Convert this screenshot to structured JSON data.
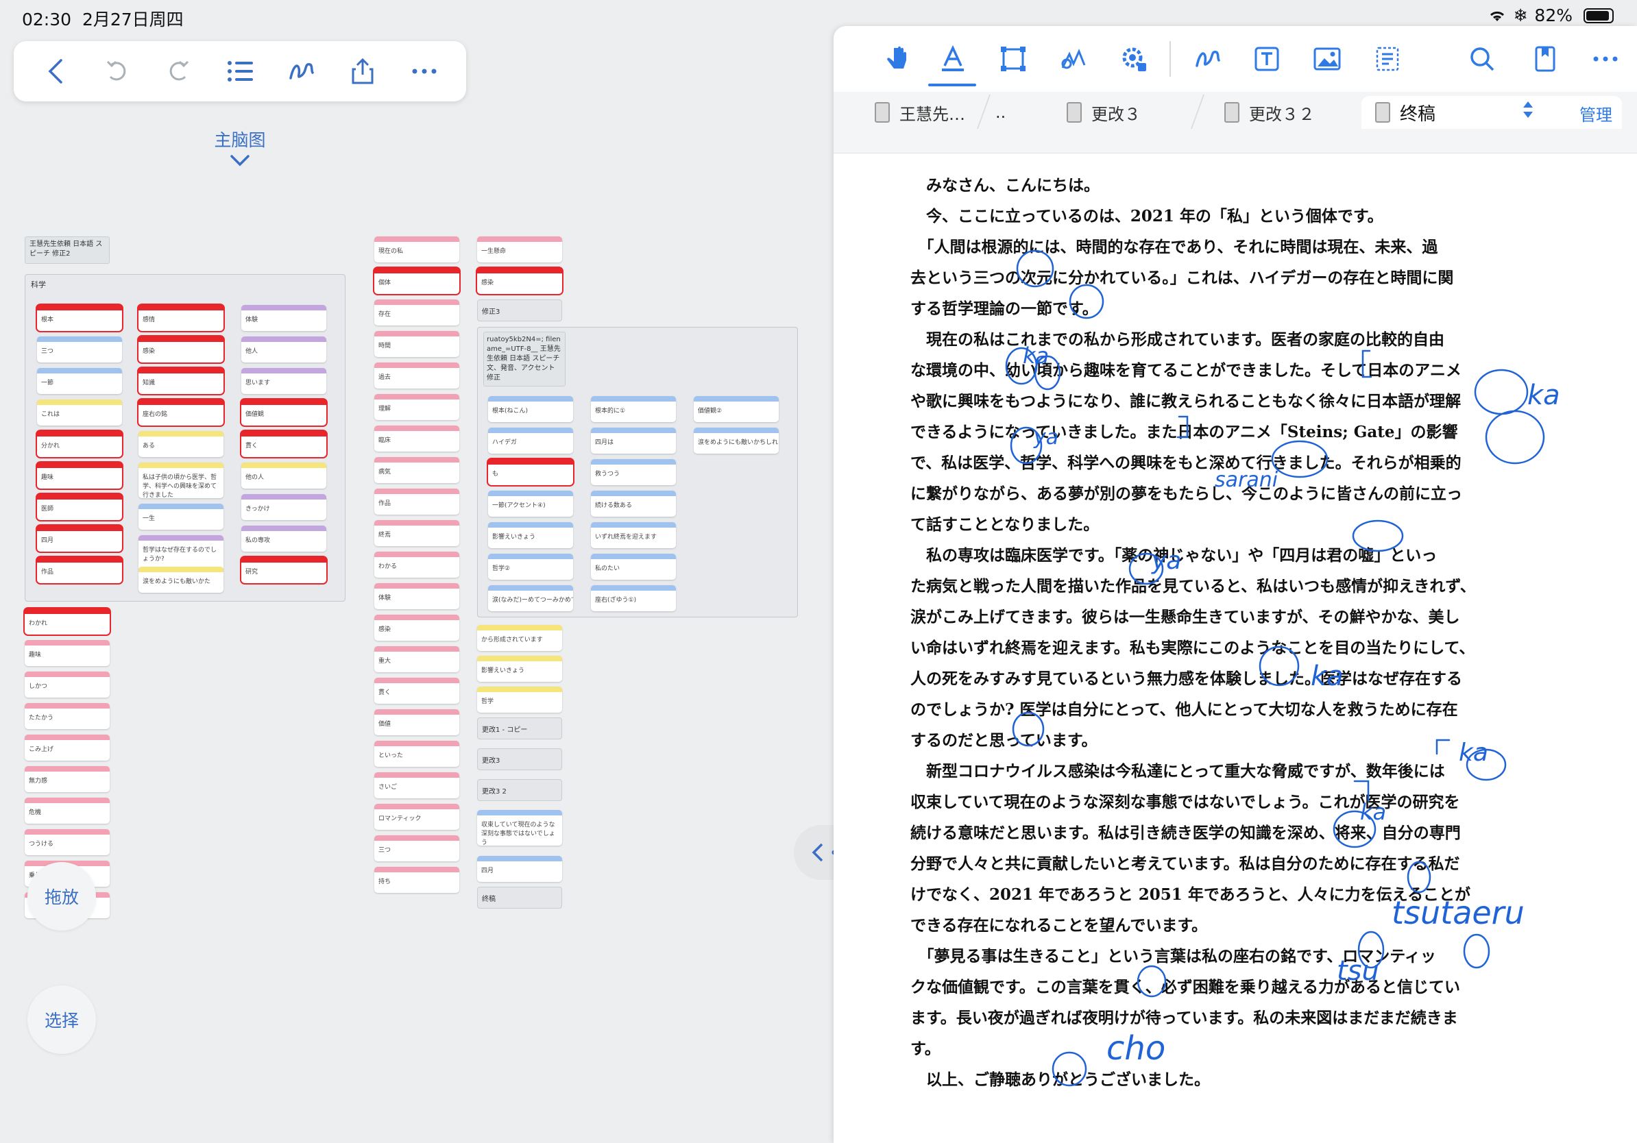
{
  "status_bar": {
    "time": "02:30",
    "date": "2月27日周四",
    "battery": "82%"
  },
  "left_toolbar": {
    "icons": [
      "back-icon",
      "undo-icon",
      "redo-icon",
      "outline-list-icon",
      "pen-icon",
      "share-icon",
      "more-icon"
    ]
  },
  "mindmap": {
    "title": "主脑图",
    "root_label": "王慧先生依頼 日本語 スピーチ 修正2",
    "section_label": "科学",
    "group_label": "ruatoy5kb2N4=; filename_=UTF-8__ 王慧先生依頼 日本語 スピーチ 文、発音、アクセント 修正",
    "col1": [
      {
        "t": "根本",
        "c": "red"
      },
      {
        "t": "三つ",
        "c": "blue"
      },
      {
        "t": "一節",
        "c": "blue"
      },
      {
        "t": "これは",
        "c": "yellow"
      },
      {
        "t": "分かれ",
        "c": "red"
      },
      {
        "t": "趣味",
        "c": "red"
      },
      {
        "t": "医師",
        "c": "red"
      },
      {
        "t": "四月",
        "c": "red"
      },
      {
        "t": "作品",
        "c": "red"
      }
    ],
    "col2": [
      {
        "t": "感情",
        "c": "red"
      },
      {
        "t": "感染",
        "c": "red"
      },
      {
        "t": "知識",
        "c": "red"
      },
      {
        "t": "座右の銘",
        "c": "red"
      },
      {
        "t": "ある",
        "c": "yellow"
      },
      {
        "t": "私は子供の頃から医学、哲学、科学への興味を深めて行きました",
        "c": "yellow"
      },
      {
        "t": "一生",
        "c": "blue"
      },
      {
        "t": "哲学はなぜ存在するのでしょうか?",
        "c": "purple"
      },
      {
        "t": "涙をめようにも敵いかた",
        "c": "yellow"
      }
    ],
    "col3": [
      {
        "t": "体験",
        "c": "purple"
      },
      {
        "t": "他人",
        "c": "purple"
      },
      {
        "t": "思います",
        "c": "purple"
      },
      {
        "t": "価値観",
        "c": "red"
      },
      {
        "t": "貫く",
        "c": "red"
      },
      {
        "t": "他の人",
        "c": "yellow"
      },
      {
        "t": "きっかけ",
        "c": "purple"
      },
      {
        "t": "私の専攻",
        "c": "purple"
      },
      {
        "t": "研究",
        "c": "red"
      }
    ],
    "col_bottom": [
      "わかれ",
      "趣味",
      "しかつ",
      "たたかう",
      "こみ上げ",
      "無力感",
      "危機",
      "つうける",
      "乗り越え",
      "一"
    ],
    "col_mid": [
      "現在の私",
      "個体",
      "存在",
      "時間",
      "過去",
      "理解",
      "臨床",
      "病気",
      "作品",
      "終焉",
      "わかる",
      "体験",
      "感染",
      "重大",
      "貫く",
      "価値",
      "といった",
      "さいご",
      "ロマンティック",
      "三つ",
      "持ち"
    ],
    "col_mid_first_red": 1,
    "col_mid2": [
      {
        "t": "一生懸命",
        "k": "pink"
      },
      {
        "t": "感染",
        "k": "red"
      },
      {
        "t": "修正3",
        "k": "plain"
      }
    ],
    "group_col1": [
      {
        "t": "根本(ねこん)",
        "c": "blue"
      },
      {
        "t": "ハイデガ",
        "c": "blue"
      },
      {
        "t": "も",
        "c": "red"
      },
      {
        "t": "一節(アクセント④)",
        "c": "blue"
      },
      {
        "t": "影響えいきょう",
        "c": "blue"
      },
      {
        "t": "哲学②",
        "c": "blue"
      },
      {
        "t": "涙(なみだ)ーめてつーみかめて",
        "c": "blue"
      }
    ],
    "group_col2": [
      {
        "t": "根本的に①",
        "c": "blue"
      },
      {
        "t": "四月は",
        "c": "blue"
      },
      {
        "t": "救うつう",
        "c": "blue"
      },
      {
        "t": "続ける数ある",
        "c": "blue"
      },
      {
        "t": "いずれ終焉を迎えます",
        "c": "blue"
      },
      {
        "t": "私のたい",
        "c": "blue"
      },
      {
        "t": "座右(ざゆう①)",
        "c": "blue"
      }
    ],
    "group_col3": [
      {
        "t": "価値観②",
        "c": "blue"
      },
      {
        "t": "涙をめようにも敵いかちしれません",
        "c": "blue"
      }
    ],
    "col_tail": [
      {
        "t": "から形成されています",
        "k": "yellow"
      },
      {
        "t": "影響えいきょう",
        "k": "yellow"
      },
      {
        "t": "哲学",
        "k": "yellow"
      },
      {
        "t": "更改1 - コピー",
        "k": "plain"
      },
      {
        "t": "更改3",
        "k": "plain"
      },
      {
        "t": "更改3 2",
        "k": "plain"
      },
      {
        "t": "収束していて現在のような深刻な事態ではないでしょう",
        "k": "blue"
      },
      {
        "t": "四月",
        "k": "blue"
      },
      {
        "t": "终稿",
        "k": "plain"
      }
    ]
  },
  "float_buttons": {
    "drag": "拖放",
    "select": "选择"
  },
  "doc_toolbar": {
    "icons": [
      "hand-icon",
      "text-tool-icon",
      "crop-icon",
      "signature-icon",
      "settings-icon",
      "pen-icon",
      "textbox-icon",
      "image-icon",
      "select-icon",
      "search-icon",
      "bookmark-icon",
      "more-icon"
    ]
  },
  "tabs": [
    {
      "label": "王慧先…",
      "extra": ".."
    },
    {
      "label": "更改３"
    },
    {
      "label": "更改３２"
    },
    {
      "label": "终稿"
    }
  ],
  "tabs_manage": "管理",
  "document": {
    "lines": [
      "　みなさん、こんにちは。",
      "　今、ここに立っているのは、2021 年の「私」という個体です。",
      "　「人間は根源的には、時間的な存在であり、それに時間は現在、未来、過",
      "去という三つの次元に分かれている。」これは、ハイデガーの存在と時間に関",
      "する哲学理論の一節です。",
      "　現在の私はこれまでの私から形成されています。医者の家庭の比較的自由",
      "な環境の中、幼い頃から趣味を育てることができました。そして日本のアニメ",
      "や歌に興味をもつようになり、誰に教えられることもなく徐々に日本語が理解",
      "できるようになっていきました。また日本のアニメ「Steins; Gate」の影響",
      "で、私は医学、哲学、科学への興味をもと深めて行きました。それらが相乗的",
      "に繋がりながら、ある夢が別の夢をもたらし、今このように皆さんの前に立っ",
      "て話すこととなりました。",
      "　私の専攻は臨床医学です。「薬の神じゃない」や「四月は君の嘘」といっ",
      "た病気と戦った人間を描いた作品を見ていると、私はいつも感情が抑えきれず、",
      "涙がこみ上げてきます。彼らは一生懸命生きていますが、その鮮やかな、美し",
      "い命はいずれ終焉を迎えます。私も実際にこのようなことを目の当たりにして、",
      "人の死をみすみす見ているという無力感を体験しました。医学はなぜ存在する",
      "のでしょうか? 医学は自分にとって、他人にとって大切な人を救うために存在",
      "するのだと思っています。",
      "　新型コロナウイルス感染は今私達にとって重大な脅威ですが、数年後には",
      "収束していて現在のような深刻な事態ではないでしょう。これが医学の研究を",
      "続ける意味だと思います。私は引き続き医学の知識を深め、将来、自分の専門",
      "分野で人々と共に貢献したいと考えています。私は自分のために存在する私だ",
      "けでなく、2021 年であろうと 2051 年であろうと、人々に力を伝えることが",
      "できる存在になれることを望んでいます。",
      "　「夢見る事は生きること」という言葉は私の座右の銘です、ロマンティッ",
      "クな価値観です。この言葉を貫く、必ず困難を乗り越える力があると信じてい",
      "ます。長い夜が過ぎれば夜明けが待っています。私の未来図はまだまだ続きま",
      "す。",
      "　以上、ご静聴ありがとうございました。"
    ]
  },
  "annotations": [
    "ka",
    "ya",
    "ka",
    "sarani",
    "ka",
    "ya",
    "ka",
    "ka",
    "tsutaeru",
    "tsu",
    "cho"
  ]
}
